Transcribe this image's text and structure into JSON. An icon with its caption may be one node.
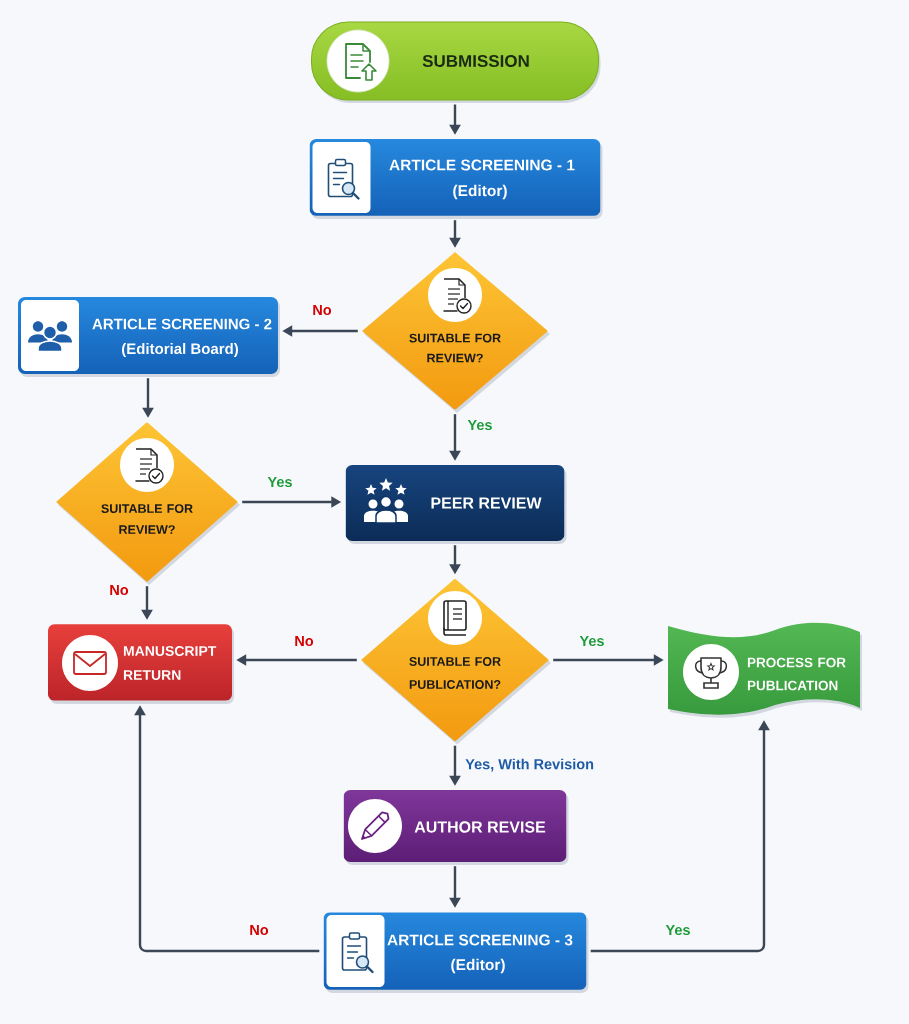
{
  "diagram": {
    "nodes": [
      {
        "text": [
          "SUBMISSION"
        ]
      },
      {
        "text": [
          "ARTICLE SCREENING - 1",
          "(Editor)"
        ]
      },
      {
        "text": [
          "SUITABLE FOR REVIEW?"
        ]
      },
      {
        "text": [
          "ARTICLE SCREENING - 2",
          "(Editorial Board)"
        ]
      },
      {
        "text": [
          "SUITABLE FOR REVIEW?"
        ]
      },
      {
        "text": [
          "PEER REVIEW"
        ]
      },
      {
        "text": [
          "SUITABLE FOR PUBLICATION?"
        ]
      },
      {
        "text": [
          "MANUSCRIPT RETURN"
        ]
      },
      {
        "text": [
          "PROCESS FOR PUBLICATION"
        ]
      },
      {
        "text": [
          "AUTHOR REVISE"
        ]
      },
      {
        "text": [
          "ARTICLE SCREENING - 3",
          "(Editor)"
        ]
      }
    ],
    "edges": [
      {
        "from": 0,
        "to": 1,
        "arrow": "to"
      },
      {
        "from": 1,
        "to": 2,
        "arrow": "to"
      },
      {
        "from": 2,
        "to": 3,
        "arrow": "to",
        "label": "No"
      },
      {
        "from": 2,
        "to": 5,
        "arrow": "to",
        "label": "Yes"
      },
      {
        "from": 3,
        "to": 4,
        "arrow": "to"
      },
      {
        "from": 4,
        "to": 5,
        "arrow": "to",
        "label": "Yes"
      },
      {
        "from": 4,
        "to": 7,
        "arrow": "to",
        "label": "No"
      },
      {
        "from": 5,
        "to": 6,
        "arrow": "to"
      },
      {
        "from": 6,
        "to": 7,
        "arrow": "to",
        "label": "No"
      },
      {
        "from": 6,
        "to": 8,
        "arrow": "to",
        "label": "Yes"
      },
      {
        "from": 6,
        "to": 9,
        "arrow": "to",
        "label": "Yes, With Revision"
      },
      {
        "from": 9,
        "to": 10,
        "arrow": "to"
      },
      {
        "from": 10,
        "to": 7,
        "arrow": "to",
        "label": "No"
      },
      {
        "from": 10,
        "to": 8,
        "arrow": "to",
        "label": "Yes"
      }
    ]
  }
}
